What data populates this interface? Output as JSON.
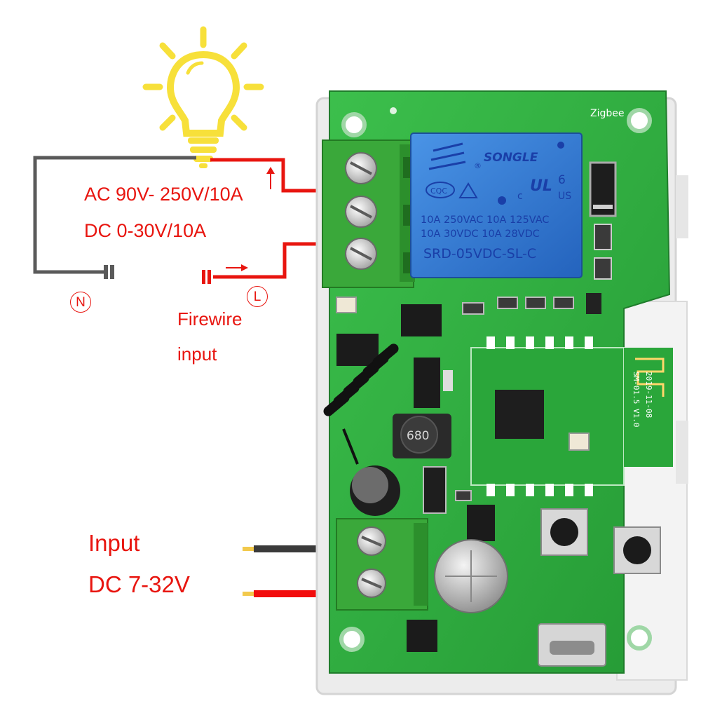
{
  "labels": {
    "ac_rating": "AC 90V- 250V/10A",
    "dc_rating": "DC 0-30V/10A",
    "neutral": "N",
    "live": "L",
    "firewire_line1": "Firewire",
    "firewire_line2": "input",
    "power_input_line1": "Input",
    "power_input_line2": "DC 7-32V"
  },
  "board": {
    "brand_text": "Zigbee",
    "relay": {
      "brand": "SONGLE",
      "cert_text": "CQC",
      "ul_text": "US",
      "pin_number": "6",
      "rating_line1": "10A 250VAC  10A 125VAC",
      "rating_line2": "10A  30VDC  10A  28VDC",
      "model": "SRD-05VDC-SL-C"
    },
    "inductor_code": "680",
    "module_version": "SM-01.5 V1.0",
    "module_date": "2019-11-08"
  },
  "colors": {
    "label_red": "#e8150f",
    "wire_red": "#e8150f",
    "wire_gray": "#5a5a5a",
    "bulb_yellow": "#f7e03a",
    "pcb_green": "#2fae3f",
    "terminal_green": "#3aa83a",
    "relay_blue": "#2f7ad4"
  },
  "icons": [
    "light-bulb-icon",
    "battery-icon"
  ]
}
